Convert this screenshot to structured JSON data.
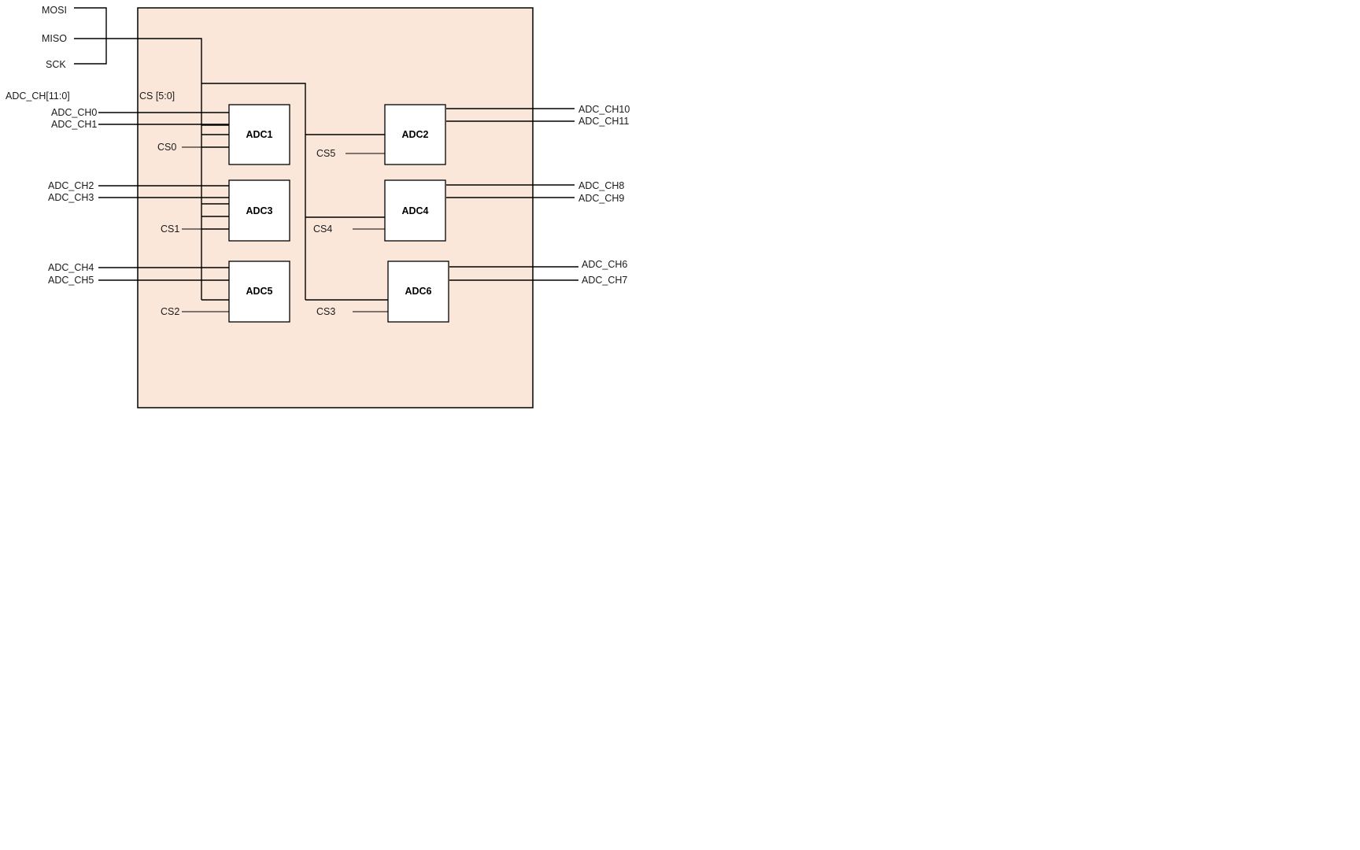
{
  "colors": {
    "board_fill": "#fbe7da",
    "board_stroke": "#000000",
    "block_fill": "#ffffff",
    "wire": "#000000"
  },
  "spi": {
    "mosi": "MOSI",
    "miso": "MISO",
    "sck": "SCK"
  },
  "bus": {
    "adc_ch": "ADC_CH[11:0]",
    "cs": "CS [5:0]"
  },
  "blocks": {
    "adc1": "ADC1",
    "adc2": "ADC2",
    "adc3": "ADC3",
    "adc4": "ADC4",
    "adc5": "ADC5",
    "adc6": "ADC6"
  },
  "cs": {
    "cs0": "CS0",
    "cs1": "CS1",
    "cs2": "CS2",
    "cs3": "CS3",
    "cs4": "CS4",
    "cs5": "CS5"
  },
  "channels": {
    "ch0": "ADC_CH0",
    "ch1": "ADC_CH1",
    "ch2": "ADC_CH2",
    "ch3": "ADC_CH3",
    "ch4": "ADC_CH4",
    "ch5": "ADC_CH5",
    "ch6": "ADC_CH6",
    "ch7": "ADC_CH7",
    "ch8": "ADC_CH8",
    "ch9": "ADC_CH9",
    "ch10": "ADC_CH10",
    "ch11": "ADC_CH11"
  }
}
